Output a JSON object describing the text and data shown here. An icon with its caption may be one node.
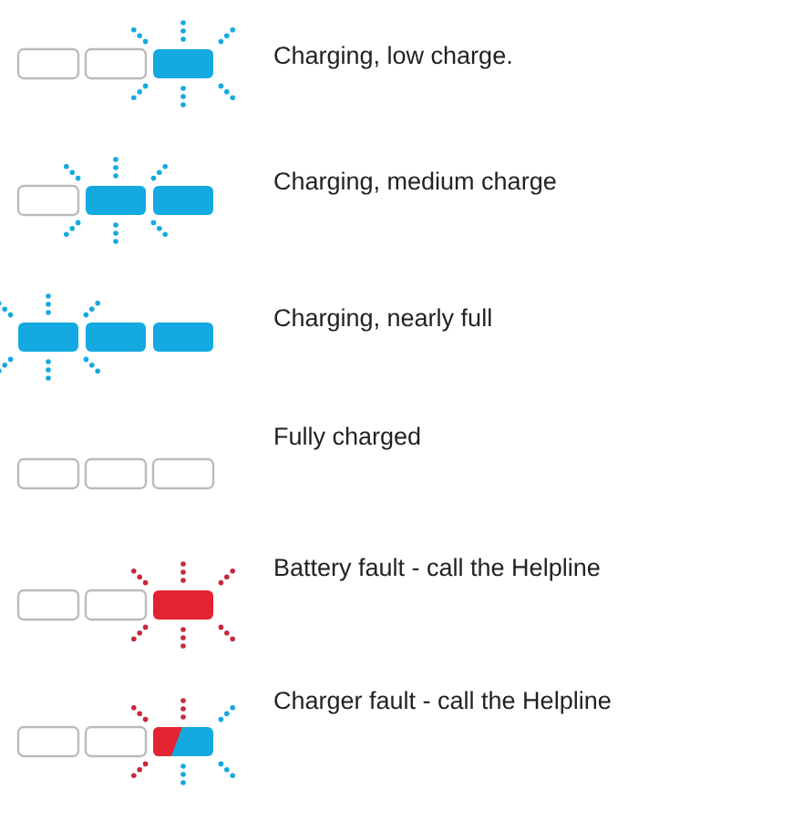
{
  "diagram": {
    "labels": [
      "Charging, low charge.",
      "Charging, medium charge",
      "Charging, nearly full",
      "Fully charged",
      "Battery fault - call the Helpline",
      "Charger fault - call the Helpline"
    ]
  }
}
